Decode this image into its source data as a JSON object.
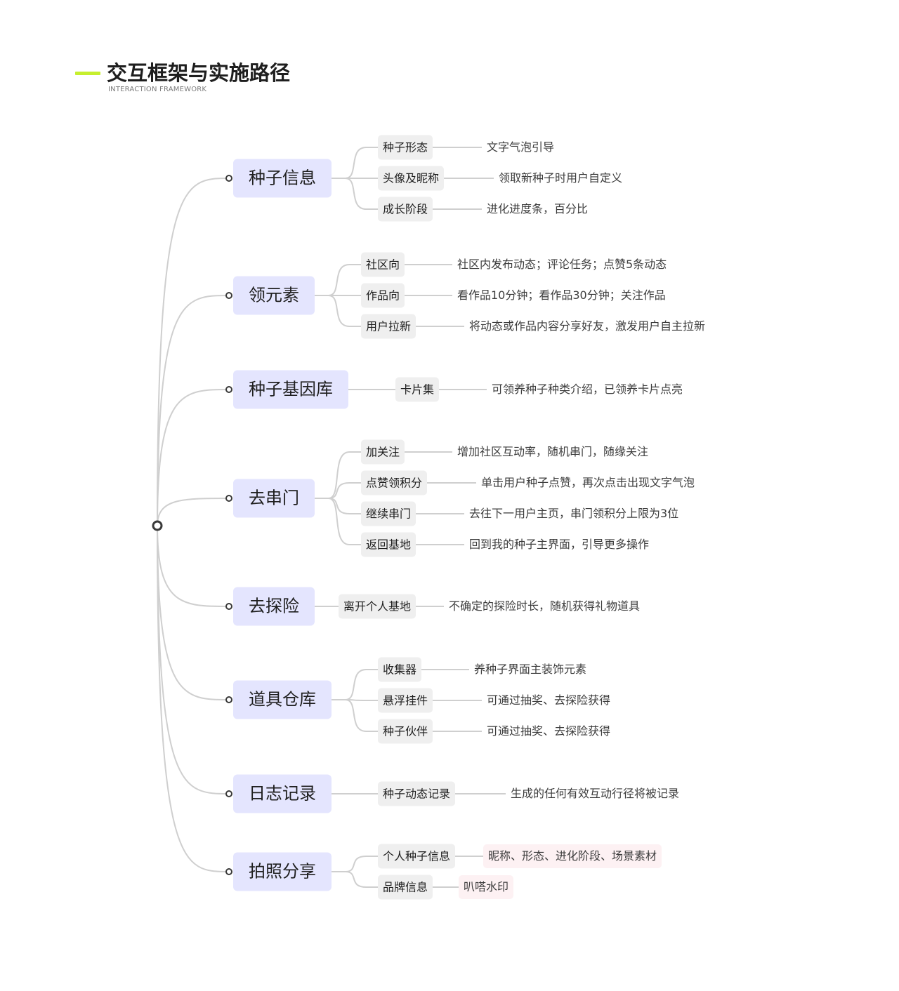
{
  "header": {
    "title": "交互框架与实施路径",
    "subtitle": "INTERACTION FRAMEWORK",
    "accent_color": "#c6ef2e"
  },
  "colors": {
    "primary_node_bg": "#e4e5fe",
    "secondary_node_bg": "#efefef",
    "highlight_leaf_bg": "#fdf1f3",
    "connector": "#cfcfcf",
    "root_marker": "#3a3a3a"
  },
  "branches": [
    {
      "label": "种子信息",
      "children": [
        {
          "label": "种子形态",
          "detail": "文字气泡引导"
        },
        {
          "label": "头像及昵称",
          "detail": "领取新种子时用户自定义"
        },
        {
          "label": "成长阶段",
          "detail": "进化进度条，百分比"
        }
      ]
    },
    {
      "label": "领元素",
      "children": [
        {
          "label": "社区向",
          "detail": "社区内发布动态；评论任务；点赞5条动态"
        },
        {
          "label": "作品向",
          "detail": "看作品10分钟；看作品30分钟；关注作品"
        },
        {
          "label": "用户拉新",
          "detail": "将动态或作品内容分享好友，激发用户自主拉新"
        }
      ]
    },
    {
      "label": "种子基因库",
      "children": [
        {
          "label": "卡片集",
          "detail": "可领养种子种类介绍，已领养卡片点亮"
        }
      ]
    },
    {
      "label": "去串门",
      "children": [
        {
          "label": "加关注",
          "detail": "增加社区互动率，随机串门，随缘关注"
        },
        {
          "label": "点赞领积分",
          "detail": "单击用户种子点赞，再次点击出现文字气泡"
        },
        {
          "label": "继续串门",
          "detail": "去往下一用户主页，串门领积分上限为3位"
        },
        {
          "label": "返回基地",
          "detail": "回到我的种子主界面，引导更多操作"
        }
      ]
    },
    {
      "label": "去探险",
      "children": [
        {
          "label": "离开个人基地",
          "detail": "不确定的探险时长，随机获得礼物道具"
        }
      ]
    },
    {
      "label": "道具仓库",
      "children": [
        {
          "label": "收集器",
          "detail": "养种子界面主装饰元素"
        },
        {
          "label": "悬浮挂件",
          "detail": "可通过抽奖、去探险获得"
        },
        {
          "label": "种子伙伴",
          "detail": "可通过抽奖、去探险获得"
        }
      ]
    },
    {
      "label": "日志记录",
      "children": [
        {
          "label": "种子动态记录",
          "detail": "生成的任何有效互动行径将被记录"
        }
      ]
    },
    {
      "label": "拍照分享",
      "children": [
        {
          "label": "个人种子信息",
          "detail": "昵称、形态、进化阶段、场景素材",
          "highlight": true
        },
        {
          "label": "品牌信息",
          "detail": "叭嗒水印",
          "highlight": true
        }
      ]
    }
  ]
}
